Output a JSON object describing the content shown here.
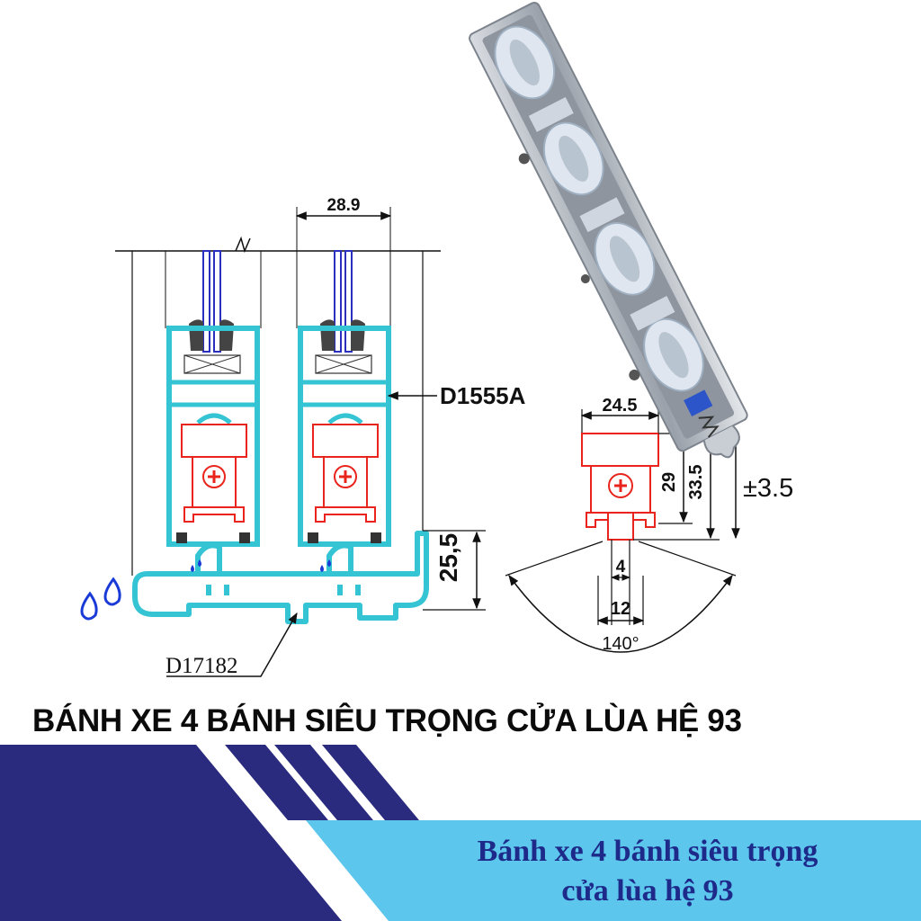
{
  "drawing": {
    "dim_frame_width": "28.9",
    "dim_frame_height": "25,5",
    "profile_frame_label": "D1555A",
    "profile_track_label": "D17182"
  },
  "roller_detail": {
    "dim_width": "24.5",
    "dim_height_1": "29",
    "dim_height_2": "33.5",
    "dim_adjust": "±3.5",
    "dim_inner": "4",
    "dim_base": "12",
    "dim_angle": "140°"
  },
  "product": {
    "title": "BÁNH XE 4 BÁNH SIÊU TRỌNG CỬA LÙA HỆ 93",
    "caption_line1": "Bánh xe 4 bánh siêu trọng",
    "caption_line2": "cửa lùa hệ 93"
  },
  "colors": {
    "profile": "#35c4d4",
    "roller_part": "#e8241c",
    "glass": "#2a2fbf",
    "banner_dark": "#2a2a7e",
    "banner_light": "#5cc6ec"
  }
}
